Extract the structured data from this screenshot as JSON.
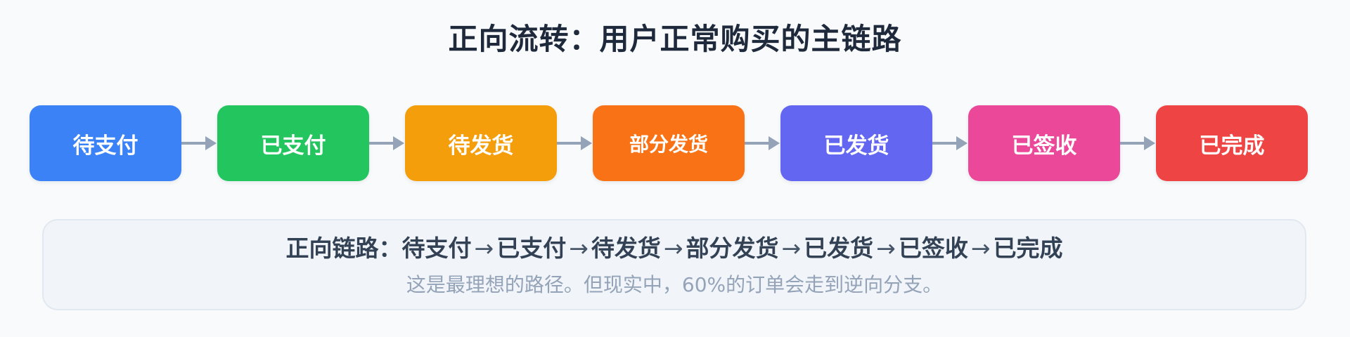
{
  "title": "正向流转：用户正常购买的主链路",
  "states": [
    {
      "label": "待支付",
      "color": "#3b82f6"
    },
    {
      "label": "已支付",
      "color": "#22c55e"
    },
    {
      "label": "待发货",
      "color": "#f59e0b"
    },
    {
      "label": "部分发货",
      "color": "#f97316"
    },
    {
      "label": "已发货",
      "color": "#6366f1"
    },
    {
      "label": "已签收",
      "color": "#ec4899"
    },
    {
      "label": "已完成",
      "color": "#ef4444"
    }
  ],
  "arrow_color": "#94a3b8",
  "summary": {
    "chain_prefix": "正向链路：",
    "chain_separator": "→",
    "note": "这是最理想的路径。但现实中，60%的订单会走到逆向分支。"
  }
}
